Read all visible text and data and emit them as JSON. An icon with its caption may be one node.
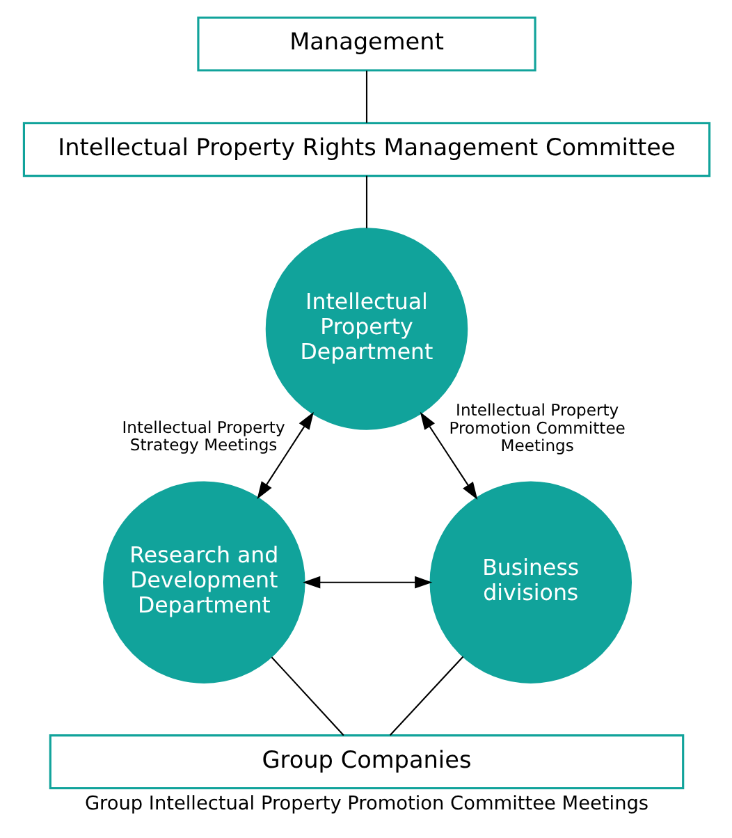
{
  "diagram": {
    "caption": "Group Intellectual Property Promotion Committee Meetings",
    "nodes": [
      {
        "text": [
          "Management"
        ]
      },
      {
        "text": [
          "Intellectual Property Rights Management Committee"
        ]
      },
      {
        "text": [
          "Intellectual Property Department"
        ]
      },
      {
        "text": [
          "Research and Development Department"
        ]
      },
      {
        "text": [
          "Business divisions"
        ]
      },
      {
        "text": [
          "Group Companies"
        ]
      }
    ],
    "edges": [
      {
        "from": 0,
        "to": 1,
        "arrow": "none"
      },
      {
        "from": 1,
        "to": 2,
        "arrow": "none"
      },
      {
        "from": 2,
        "to": 3,
        "arrow": "both",
        "label": "Intellectual Property Strategy Meetings"
      },
      {
        "from": 2,
        "to": 4,
        "arrow": "both",
        "label": "Intellectual Property Promotion Committee Meetings"
      },
      {
        "from": 3,
        "to": 4,
        "arrow": "both"
      },
      {
        "from": 3,
        "to": 5,
        "arrow": "none"
      },
      {
        "from": 4,
        "to": 5,
        "arrow": "none"
      }
    ]
  }
}
